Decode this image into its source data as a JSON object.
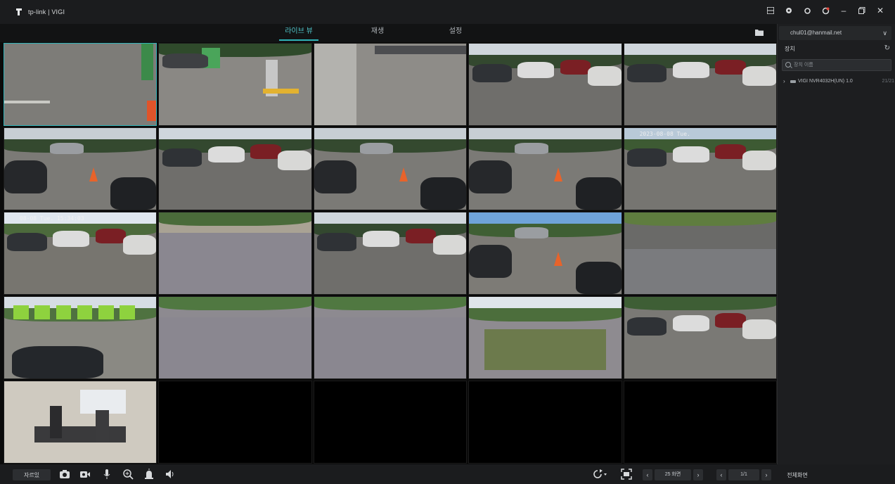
{
  "app": {
    "logo_text": "tp-link | VIGI"
  },
  "tabs": [
    {
      "label": "라이브 뷰",
      "active": true
    },
    {
      "label": "재생",
      "active": false
    },
    {
      "label": "설정",
      "active": false
    }
  ],
  "sidebar": {
    "account": "chul01@hanmail.net",
    "devices_title": "장치",
    "search_placeholder": "장치 이름",
    "nvr_name": "VIGI NVR4032H(UN) 1.0",
    "nvr_count": "21/21"
  },
  "cameras": [
    {
      "osd": "",
      "scene": "gate"
    },
    {
      "osd": "",
      "scene": "barrier"
    },
    {
      "osd": "",
      "scene": "lot-wall"
    },
    {
      "osd": "",
      "scene": "lot-cars"
    },
    {
      "osd": "",
      "scene": "lot-cars"
    },
    {
      "osd": "",
      "scene": "lot-cone"
    },
    {
      "osd": "",
      "scene": "lot-cars"
    },
    {
      "osd": "",
      "scene": "lot-cone"
    },
    {
      "osd": "",
      "scene": "lot-cone"
    },
    {
      "osd": "2023-08-08 Tue.",
      "scene": "lot-trees"
    },
    {
      "osd": "08-08 Tue. 15:34:03",
      "scene": "hills"
    },
    {
      "osd": "",
      "scene": "gravel-trees"
    },
    {
      "osd": "",
      "scene": "lot-cars"
    },
    {
      "osd": "",
      "scene": "lot-sky"
    },
    {
      "osd": "",
      "scene": "car-roof"
    },
    {
      "osd": "",
      "scene": "golf-carts"
    },
    {
      "osd": "",
      "scene": "gravel"
    },
    {
      "osd": "",
      "scene": "gravel"
    },
    {
      "osd": "",
      "scene": "gravel-grass"
    },
    {
      "osd": "",
      "scene": "lot-cars-far"
    },
    {
      "osd": "",
      "scene": "office"
    },
    {
      "osd": "",
      "scene": "empty"
    },
    {
      "osd": "",
      "scene": "empty"
    },
    {
      "osd": "",
      "scene": "empty"
    },
    {
      "osd": "",
      "scene": "empty"
    }
  ],
  "toolbar": {
    "stop_all": "자르있",
    "layout_value": "25 화면",
    "page_value": "1/1",
    "fullscreen_label": "전체화면"
  },
  "icons": [
    "camera-icon",
    "video-record-icon",
    "microphone-icon",
    "zoom-icon",
    "alarm-icon",
    "speaker-icon",
    "sequence-icon",
    "fit-screen-icon",
    "folder-icon",
    "refresh-icon",
    "search-icon"
  ],
  "colors": {
    "accent": "#2fb3b8",
    "titlebar": "#1b1c1e",
    "sidebar": "#1d1e20"
  }
}
